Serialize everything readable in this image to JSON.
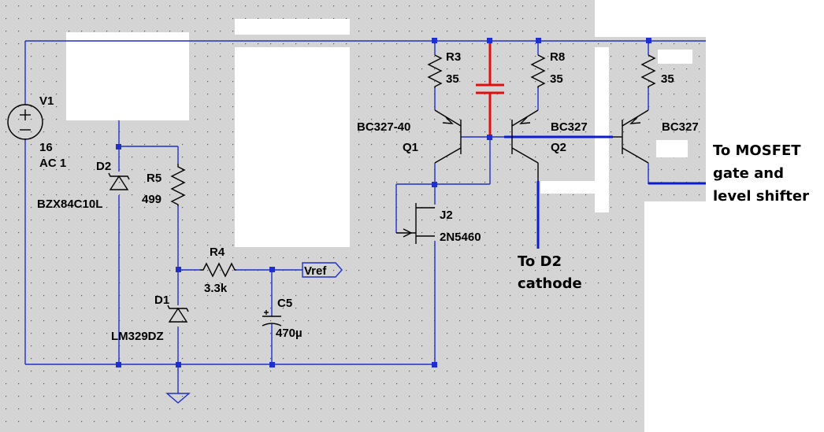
{
  "colors": {
    "background": "#d4d4d4",
    "wire": "#1f2ecf",
    "highlight_wire": "#0b1bd6",
    "added_cap": "#e01010"
  },
  "components": {
    "V1": {
      "name": "V1",
      "value": "16",
      "value2": "AC 1"
    },
    "D2": {
      "name": "D2",
      "part": "BZX84C10L"
    },
    "R5": {
      "name": "R5",
      "value": "499"
    },
    "R4": {
      "name": "R4",
      "value": "3.3k"
    },
    "D1": {
      "name": "D1",
      "part": "LM329DZ"
    },
    "C5": {
      "name": "C5",
      "value": "470µ"
    },
    "R3": {
      "name": "R3",
      "value": "35"
    },
    "R8": {
      "name": "R8",
      "value": "35"
    },
    "R_unnamed": {
      "value": "35"
    },
    "Q1": {
      "name": "Q1",
      "part": "BC327-40"
    },
    "Q2": {
      "name": "Q2",
      "part": "BC327"
    },
    "Q3": {
      "part": "BC327"
    },
    "J2": {
      "name": "J2",
      "part": "2N5460"
    }
  },
  "net_labels": {
    "vref": "Vref"
  },
  "annotations": {
    "d2_line1": "To D2",
    "d2_line2": "cathode",
    "mosfet_line1": "To MOSFET",
    "mosfet_line2": "gate and",
    "mosfet_line3": "level shifter"
  }
}
